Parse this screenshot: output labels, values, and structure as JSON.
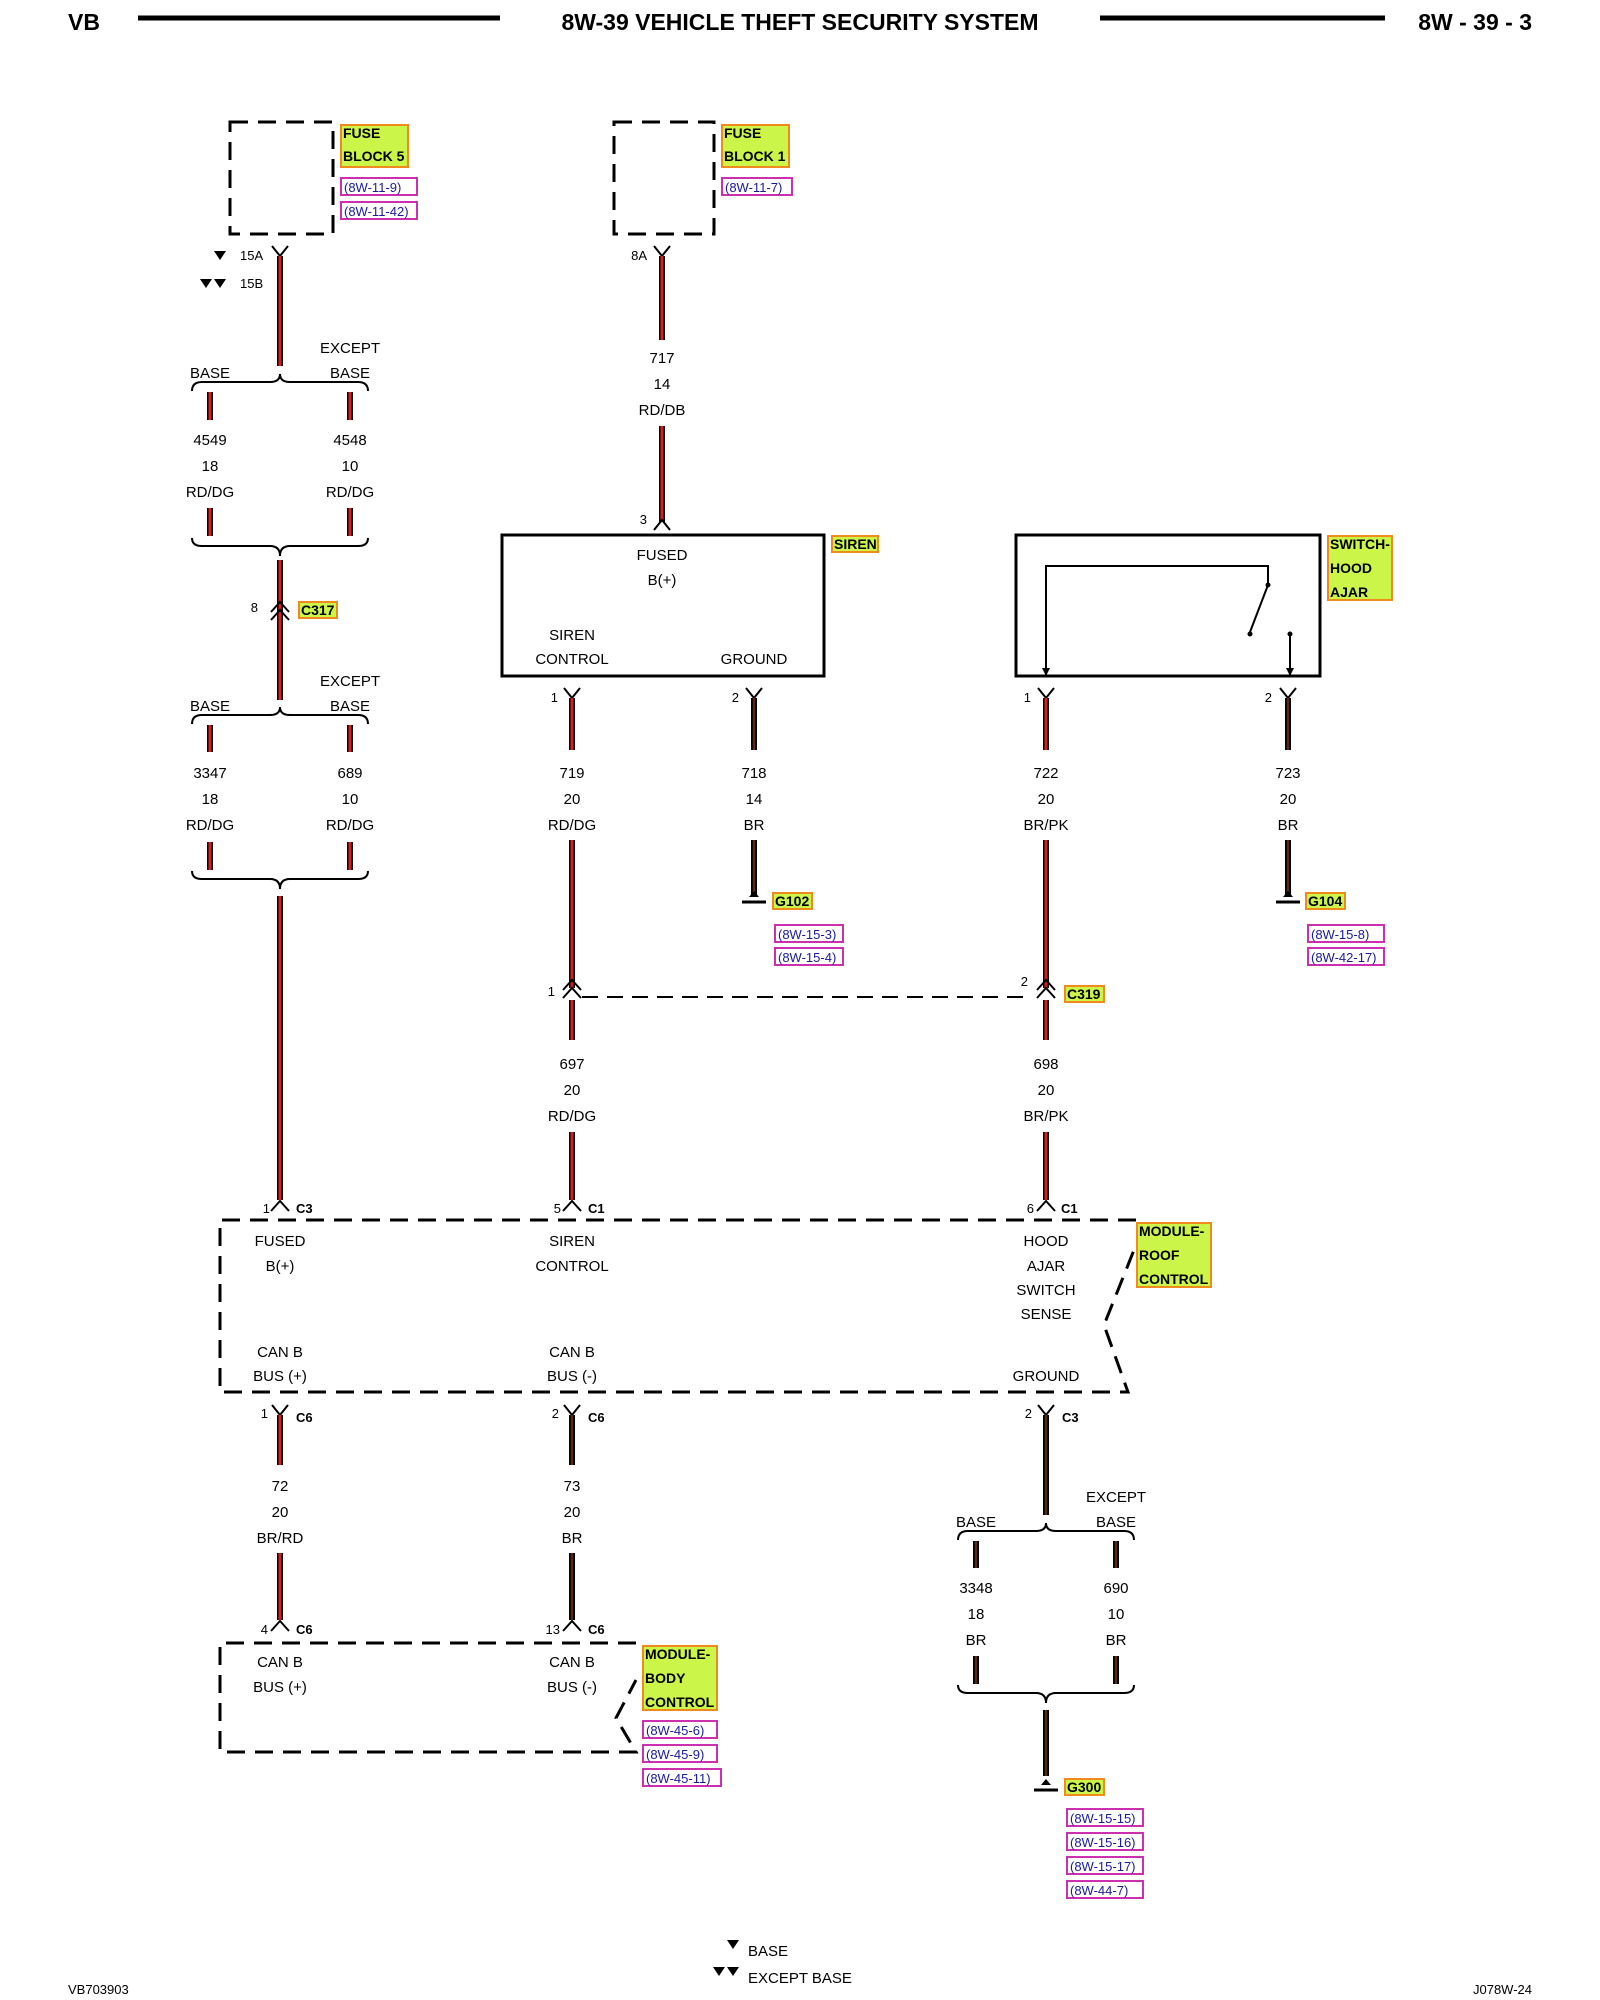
{
  "header": {
    "left": "VB",
    "title": "8W-39 VEHICLE THEFT SECURITY SYSTEM",
    "right": "8W - 39 - 3"
  },
  "components": {
    "fuse_block_5": {
      "name": "FUSE BLOCK 5",
      "name_l1": "FUSE",
      "name_l2": "BLOCK 5",
      "refs": [
        "(8W-11-9)",
        "(8W-11-42)"
      ],
      "pin_15a": "15A",
      "pin_15b": "15B"
    },
    "fuse_block_1": {
      "name": "FUSE BLOCK 1",
      "name_l1": "FUSE",
      "name_l2": "BLOCK 1",
      "refs": [
        "(8W-11-7)"
      ],
      "pin_8a": "8A"
    },
    "siren": {
      "name": "SIREN",
      "pin3": "3",
      "fused_l1": "FUSED",
      "fused_l2": "B(+)",
      "ctrl_l1": "SIREN",
      "ctrl_l2": "CONTROL",
      "ground": "GROUND",
      "pin1": "1",
      "pin2": "2"
    },
    "switch_hood_ajar": {
      "name_l1": "SWITCH-",
      "name_l2": "HOOD",
      "name_l3": "AJAR",
      "pin1": "1",
      "pin2": "2"
    },
    "module_roof": {
      "name_l1": "MODULE-",
      "name_l2": "ROOF",
      "name_l3": "CONTROL",
      "fused_l1": "FUSED",
      "fused_l2": "B(+)",
      "siren_l1": "SIREN",
      "siren_l2": "CONTROL",
      "hood_l1": "HOOD",
      "hood_l2": "AJAR",
      "hood_l3": "SWITCH",
      "hood_l4": "SENSE",
      "canp_l1": "CAN B",
      "canp_l2": "BUS (+)",
      "canm_l1": "CAN B",
      "canm_l2": "BUS (-)",
      "ground": "GROUND"
    },
    "module_body": {
      "name_l1": "MODULE-",
      "name_l2": "BODY",
      "name_l3": "CONTROL",
      "refs": [
        "(8W-45-6)",
        "(8W-45-9)",
        "(8W-45-11)"
      ],
      "canp_l1": "CAN B",
      "canp_l2": "BUS (+)",
      "canm_l1": "CAN B",
      "canm_l2": "BUS (-)"
    }
  },
  "splices": {
    "base": "BASE",
    "except": "EXCEPT",
    "except_base": "BASE"
  },
  "wires": {
    "w4549": {
      "num": "4549",
      "gauge": "18",
      "color": "RD/DG"
    },
    "w4548": {
      "num": "4548",
      "gauge": "10",
      "color": "RD/DG"
    },
    "w717": {
      "num": "717",
      "gauge": "14",
      "color": "RD/DB"
    },
    "w3347": {
      "num": "3347",
      "gauge": "18",
      "color": "RD/DG"
    },
    "w689": {
      "num": "689",
      "gauge": "10",
      "color": "RD/DG"
    },
    "w719": {
      "num": "719",
      "gauge": "20",
      "color": "RD/DG"
    },
    "w718": {
      "num": "718",
      "gauge": "14",
      "color": "BR"
    },
    "w722": {
      "num": "722",
      "gauge": "20",
      "color": "BR/PK"
    },
    "w723": {
      "num": "723",
      "gauge": "20",
      "color": "BR"
    },
    "w697": {
      "num": "697",
      "gauge": "20",
      "color": "RD/DG"
    },
    "w698": {
      "num": "698",
      "gauge": "20",
      "color": "BR/PK"
    },
    "w72": {
      "num": "72",
      "gauge": "20",
      "color": "BR/RD"
    },
    "w73": {
      "num": "73",
      "gauge": "20",
      "color": "BR"
    },
    "w3348": {
      "num": "3348",
      "gauge": "18",
      "color": "BR"
    },
    "w690": {
      "num": "690",
      "gauge": "10",
      "color": "BR"
    }
  },
  "connectors": {
    "c317": {
      "name": "C317",
      "pin": "8"
    },
    "c319": {
      "name": "C319",
      "pin1": "1",
      "pin2": "2"
    },
    "roof_c3_top": {
      "name": "C3",
      "pin": "1"
    },
    "roof_c1_siren": {
      "name": "C1",
      "pin": "5"
    },
    "roof_c1_hood": {
      "name": "C1",
      "pin": "6"
    },
    "roof_c6_p": {
      "name": "C6",
      "pin": "1"
    },
    "roof_c6_m": {
      "name": "C6",
      "pin": "2"
    },
    "roof_c3_gnd": {
      "name": "C3",
      "pin": "2"
    },
    "body_c6_p": {
      "name": "C6",
      "pin": "4"
    },
    "body_c6_m": {
      "name": "C6",
      "pin": "13"
    }
  },
  "grounds": {
    "g102": {
      "name": "G102",
      "refs": [
        "(8W-15-3)",
        "(8W-15-4)"
      ]
    },
    "g104": {
      "name": "G104",
      "refs": [
        "(8W-15-8)",
        "(8W-42-17)"
      ]
    },
    "g300": {
      "name": "G300",
      "refs": [
        "(8W-15-15)",
        "(8W-15-16)",
        "(8W-15-17)",
        "(8W-44-7)"
      ]
    }
  },
  "legend": {
    "base": "BASE",
    "except_base": "EXCEPT BASE"
  },
  "footer": {
    "left": "VB703903",
    "right": "J078W-24"
  },
  "colors": {
    "tag_fill": "#ccf54a",
    "tag_border": "#f08a1e",
    "ref_border": "#cc2fb0",
    "wire_red": "#d42020",
    "wire_brown": "#5a2a10"
  }
}
